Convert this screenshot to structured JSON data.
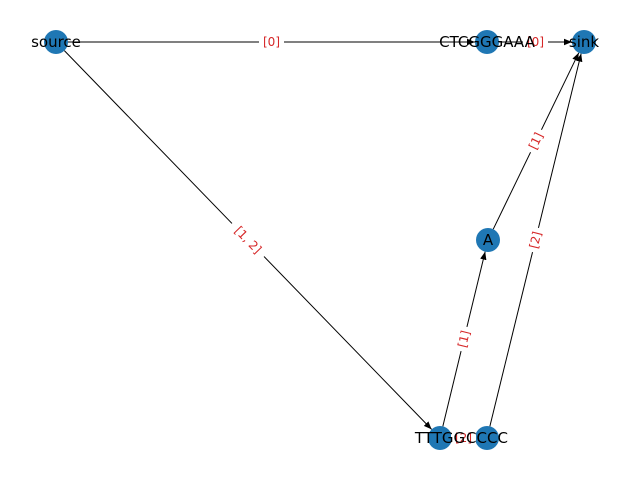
{
  "graph": {
    "nodes": [
      {
        "id": "source",
        "label": "source"
      },
      {
        "id": "ctcg",
        "label": "CTCGGGAAA"
      },
      {
        "id": "sink",
        "label": "sink"
      },
      {
        "id": "a",
        "label": "A"
      },
      {
        "id": "tttg",
        "label": "TTTGG"
      },
      {
        "id": "cc",
        "label": "CCCC"
      }
    ],
    "edges": [
      {
        "id": "source-ctcg",
        "from": "source",
        "to": "ctcg",
        "label": "[0]"
      },
      {
        "id": "ctcg-sink",
        "from": "ctcg",
        "to": "sink",
        "label": "[0]"
      },
      {
        "id": "source-tttg",
        "from": "source",
        "to": "tttg",
        "label": "[1, 2]"
      },
      {
        "id": "tttg-a",
        "from": "tttg",
        "to": "a",
        "label": "[1]"
      },
      {
        "id": "a-sink",
        "from": "a",
        "to": "sink",
        "label": "[1]"
      },
      {
        "id": "tttg-cc",
        "from": "tttg",
        "to": "cc",
        "label": "[2]"
      },
      {
        "id": "cc-sink",
        "from": "cc",
        "to": "sink",
        "label": "[2]"
      }
    ],
    "colors": {
      "node": "#1f77b4",
      "edge": "#000000",
      "edge_label": "#d62728",
      "node_label": "#000000"
    }
  }
}
